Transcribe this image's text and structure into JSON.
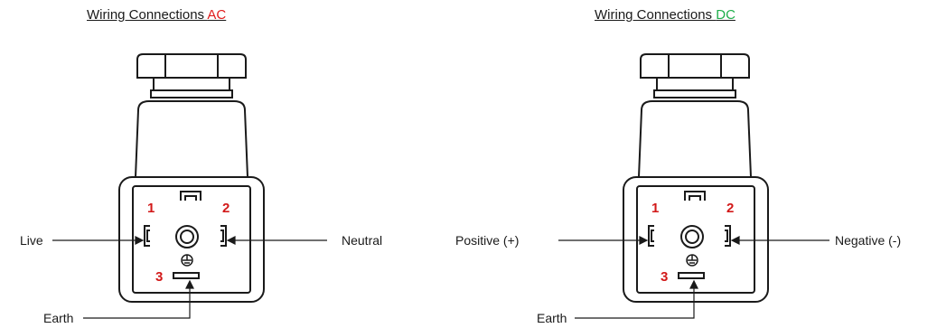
{
  "colors": {
    "ac_accent": "#e01b1b",
    "dc_accent": "#1fae4b",
    "pin_number": "#d21919",
    "line": "#1a1a1a"
  },
  "ac": {
    "title_prefix": "Wiring Connections ",
    "title_accent": "AC",
    "pin1": "1",
    "pin2": "2",
    "pin3": "3",
    "left_label": "Live",
    "right_label": "Neutral",
    "bottom_label": "Earth"
  },
  "dc": {
    "title_prefix": "Wiring Connections ",
    "title_accent": "DC",
    "pin1": "1",
    "pin2": "2",
    "pin3": "3",
    "left_label": "Positive (+)",
    "right_label": "Negative (-)",
    "bottom_label": "Earth"
  },
  "icons": [
    "connector-plug-icon",
    "earth-ground-icon",
    "arrow-icon"
  ]
}
